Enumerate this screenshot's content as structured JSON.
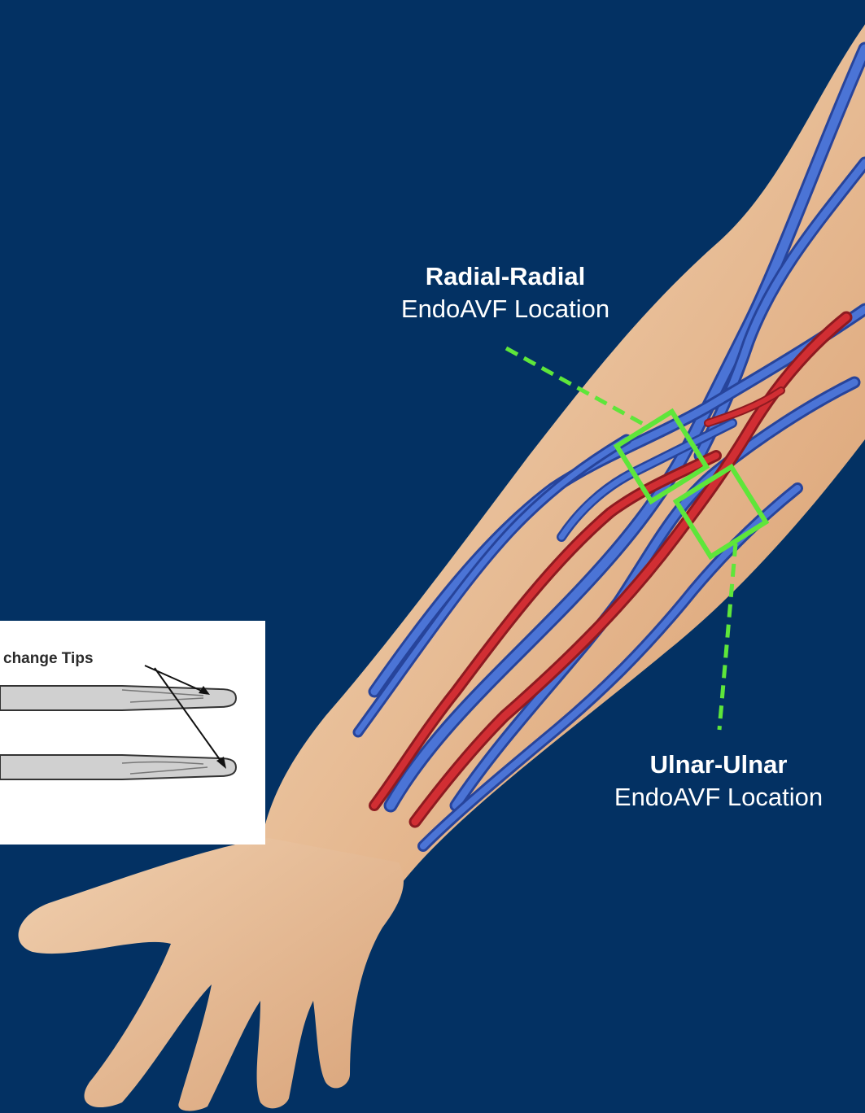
{
  "labels": {
    "radial": {
      "title": "Radial-Radial",
      "subtitle": "EndoAVF Location"
    },
    "ulnar": {
      "title": "Ulnar-Ulnar",
      "subtitle": "EndoAVF Location"
    }
  },
  "inset": {
    "title": "change Tips"
  },
  "colors": {
    "background": "#033163",
    "skin": "#e6b48b",
    "vein": "#3d62c9",
    "artery": "#c8262d",
    "marker": "#5ee63a"
  },
  "icons": [
    "arm-illustration",
    "catheter-tips-illustration"
  ]
}
